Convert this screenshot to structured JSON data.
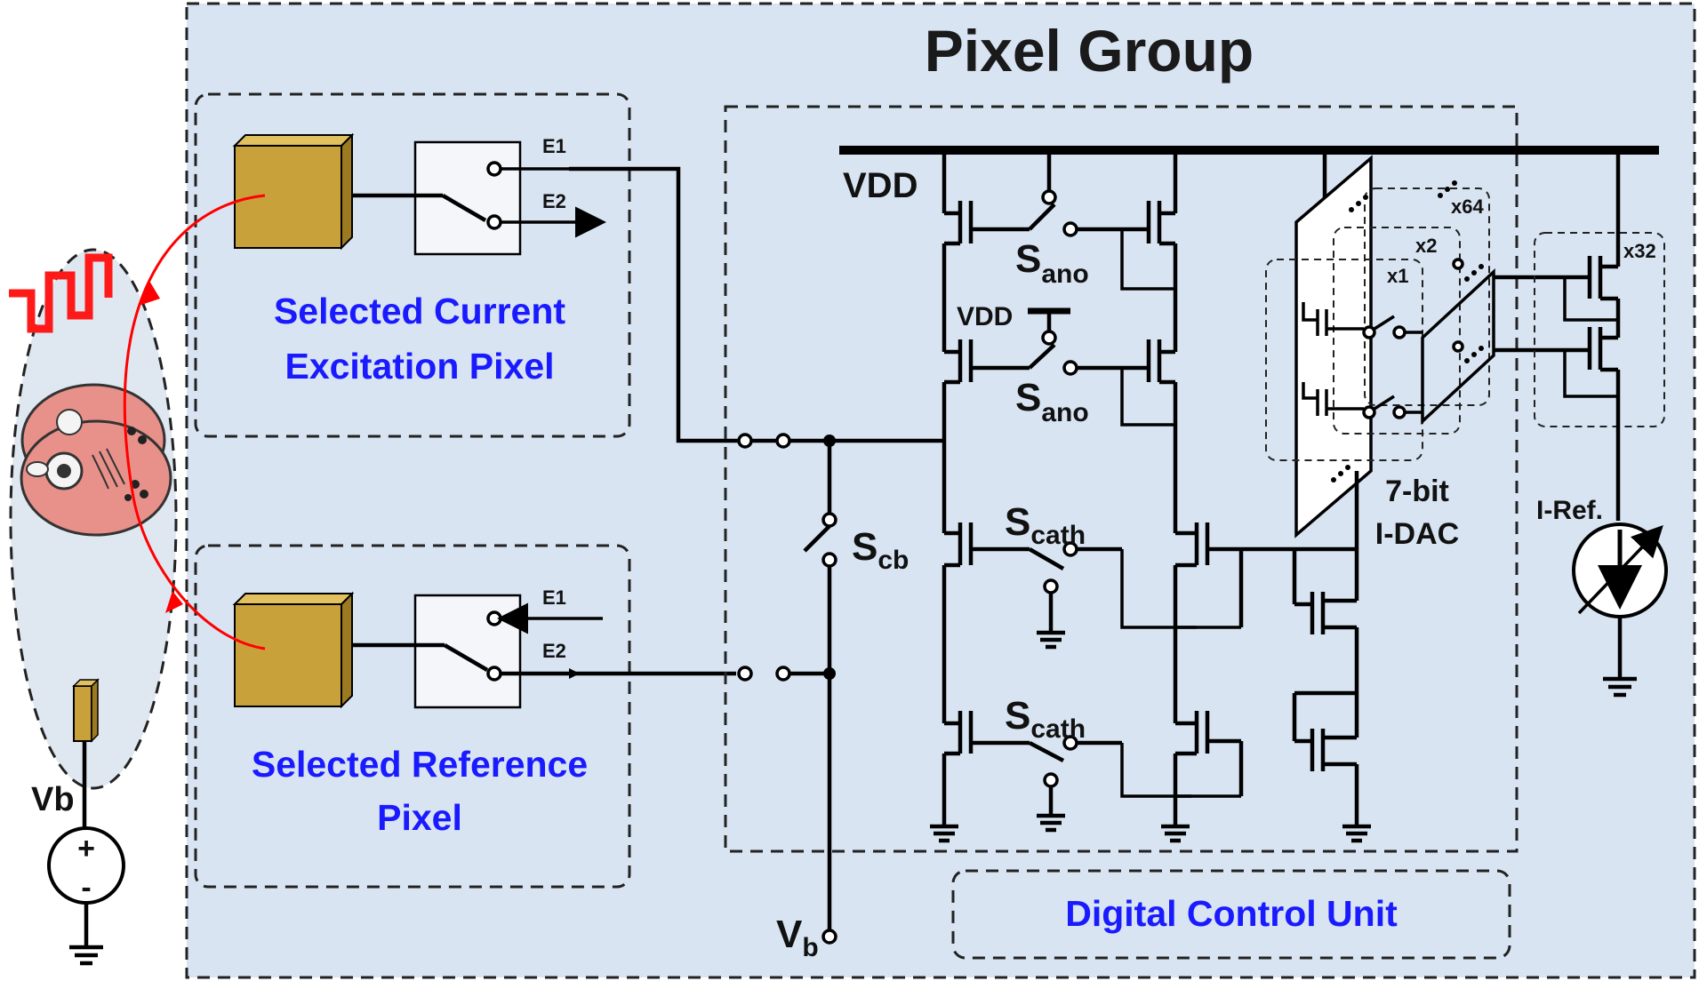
{
  "diagram": {
    "title": "Pixel Group",
    "blocks": {
      "excitation_pixel": {
        "line1": "Selected Current",
        "line2": "Excitation Pixel"
      },
      "reference_pixel": {
        "line1": "Selected Reference",
        "line2": "Pixel"
      },
      "digital_control": "Digital Control Unit"
    },
    "switch_terminals": {
      "e1": "E1",
      "e2": "E2"
    },
    "supply": "VDD",
    "switches": {
      "s_ano_base": "S",
      "s_ano_sub": "ano",
      "s_cath_base": "S",
      "s_cath_sub": "cath",
      "s_cb_base": "S",
      "s_cb_sub": "cb"
    },
    "vb_node": {
      "base": "V",
      "sub": "b"
    },
    "vb_source": "Vb",
    "source_signs": {
      "plus": "+",
      "minus": "-"
    },
    "dac": {
      "line1": "7-bit",
      "line2": "I-DAC",
      "multipliers": [
        "x64",
        "x2",
        "x1"
      ]
    },
    "reference_mirror": {
      "multiplier": "x32",
      "label": "I-Ref."
    },
    "colors": {
      "group_background": "#d8e4f2",
      "accent_text": "#1a1aff",
      "electrode": "#c9a13a",
      "signal": "#ff0000",
      "cell": "#e8918a"
    }
  }
}
